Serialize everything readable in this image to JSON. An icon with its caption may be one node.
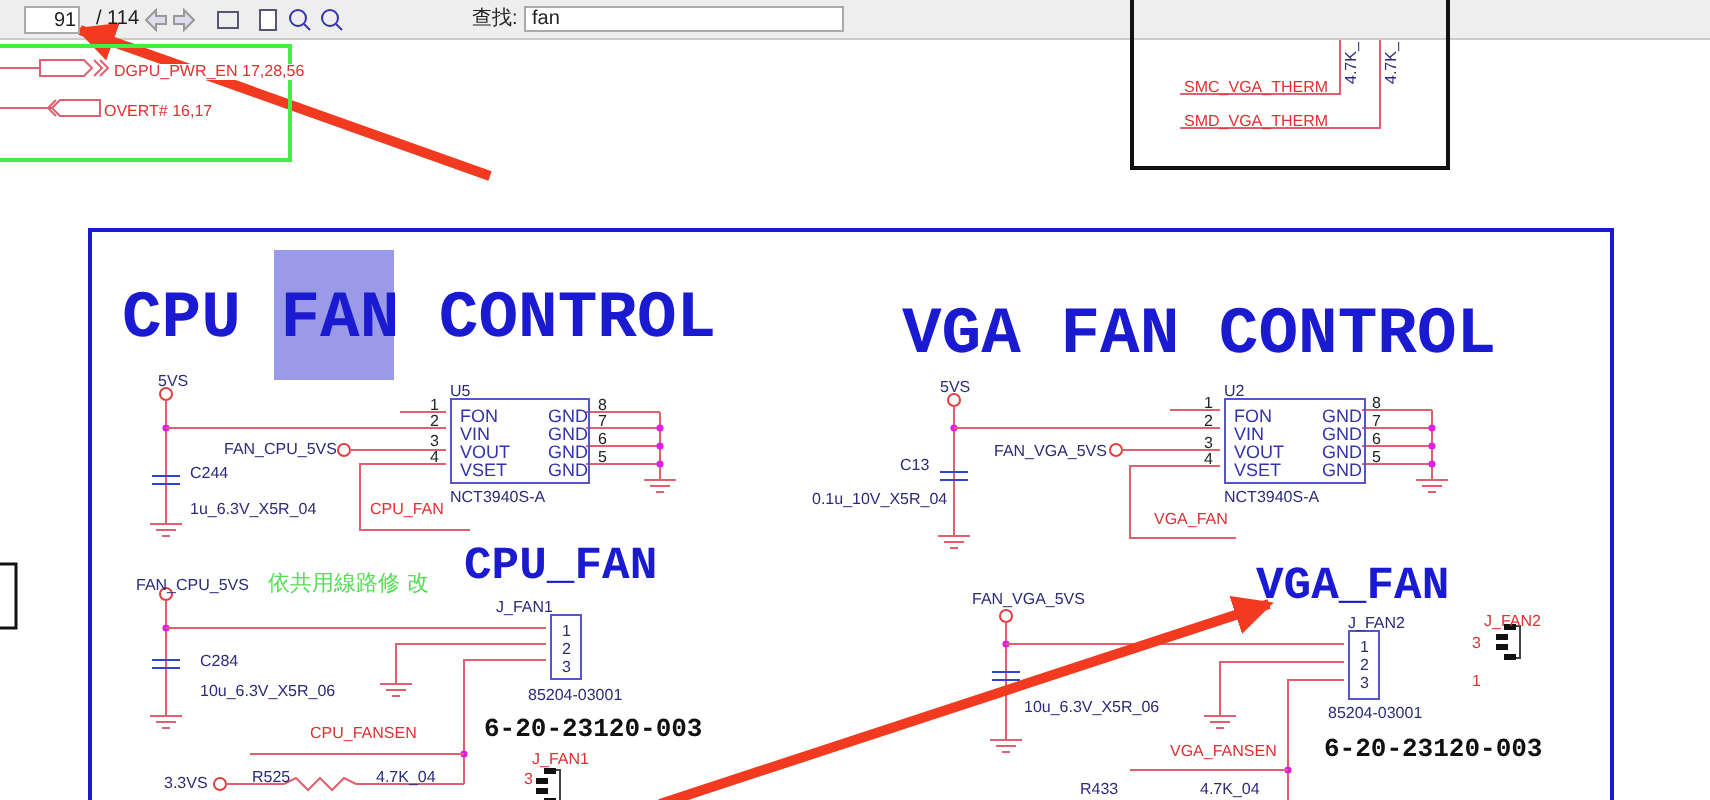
{
  "diagram": {
    "nodes": [
      {
        "text": [
          "91"
        ]
      },
      {
        "text": [
          "DGPU_PWR_EN 17,28,56",
          "OVERT# 16,17"
        ]
      },
      {
        "text": [
          "SMC_VGA_THERM",
          "SMD_VGA_THERM"
        ]
      },
      {
        "text": [
          "CPU FAN CONTROL",
          "VGA FAN CONTROL"
        ]
      },
      {
        "text": [
          "FON",
          "VIN",
          "VOUT",
          "VSET",
          "GND",
          "GND",
          "GND",
          "GND"
        ],
        "in": 3,
        "beside": [
          "U5",
          "NCT3940S-A",
          "1",
          "2",
          "3",
          "4",
          "8",
          "7",
          "6",
          "5"
        ]
      },
      {
        "text": [
          "1",
          "2",
          "3"
        ],
        "in": 3,
        "beside": [
          "J_FAN1",
          "85204-03001"
        ]
      },
      {
        "text": [
          "FON",
          "VIN",
          "VOUT",
          "VSET",
          "GND",
          "GND",
          "GND",
          "GND"
        ],
        "in": 3,
        "beside": [
          "U2",
          "NCT3940S-A",
          "1",
          "2",
          "3",
          "4",
          "8",
          "7",
          "6",
          "5"
        ]
      },
      {
        "text": [
          "VGA_FAN"
        ],
        "in": 3
      },
      {
        "text": [
          "1",
          "2",
          "3"
        ],
        "in": 3,
        "beside": [
          "J_FAN2",
          "85204-03001"
        ]
      }
    ],
    "edges": [
      {
        "from": null,
        "to": 0,
        "arrow": "to"
      },
      {
        "from": null,
        "to": 7,
        "arrow": "to"
      }
    ],
    "labels": [
      "/ 114",
      "查找:",
      "fan",
      "4.7K_",
      "4.7K_",
      "5VS",
      "FAN_CPU_5VS",
      "C244",
      "1u_6.3V_X5R_04",
      "CPU_FAN",
      "CPU_FAN",
      "FAN_CPU_5VS",
      "依共用線路修 改",
      "C284",
      "10u_6.3V_X5R_06",
      "CPU_FANSEN",
      "6-20-23120-003",
      "3.3VS",
      "R525",
      "4.7K_04",
      "J_FAN1",
      "3",
      "5VS",
      "C13",
      "0.1u_10V_X5R_04",
      "FAN_VGA_5VS",
      "VGA_FAN",
      "FAN_VGA_5VS",
      "10u_6.3V_X5R_06",
      "VGA_FANSEN",
      "6-20-23120-003",
      "R433",
      "4.7K_04",
      "J_FAN2",
      "3",
      "1"
    ]
  }
}
